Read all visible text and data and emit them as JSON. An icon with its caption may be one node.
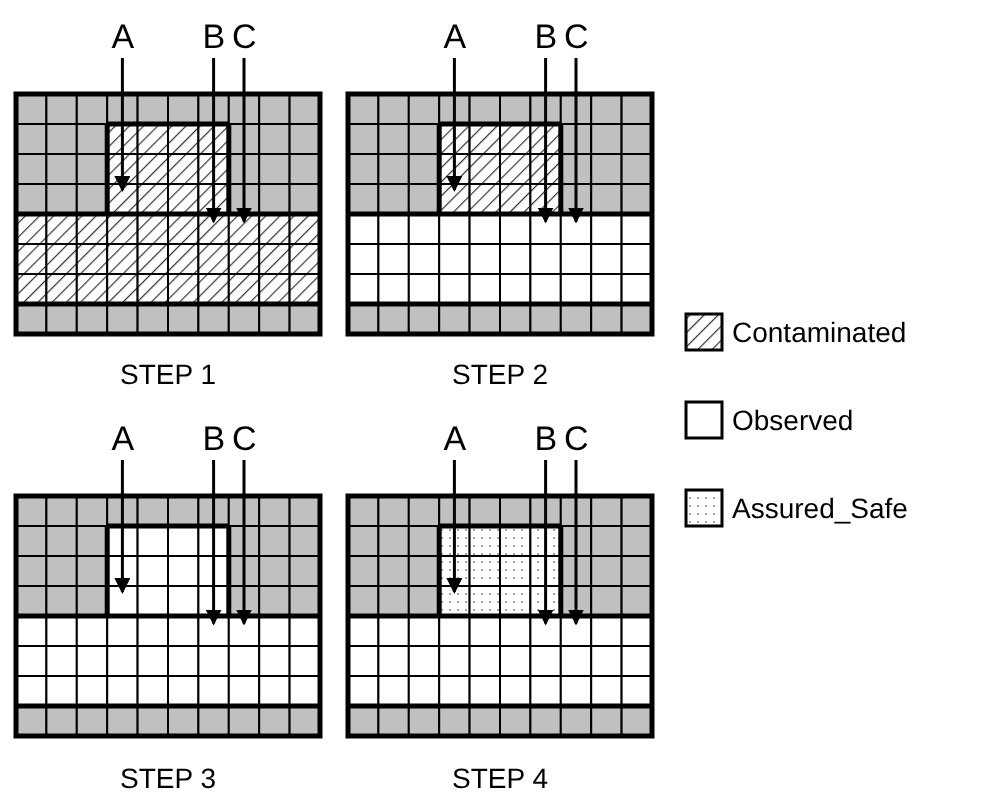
{
  "diagram": {
    "nodes": [
      {
        "text": [
          "A"
        ]
      },
      {
        "text": [
          "B"
        ]
      },
      {
        "text": [
          "C"
        ]
      },
      {
        "text": [
          "A"
        ]
      },
      {
        "text": [
          "B"
        ]
      },
      {
        "text": [
          "C"
        ]
      },
      {
        "text": [
          "A"
        ]
      },
      {
        "text": [
          "B"
        ]
      },
      {
        "text": [
          "C"
        ]
      },
      {
        "text": [
          "A"
        ]
      },
      {
        "text": [
          "B"
        ]
      },
      {
        "text": [
          "C"
        ]
      }
    ],
    "edges": [
      {
        "from": 0,
        "to": null,
        "arrow": "to"
      },
      {
        "from": 1,
        "to": null,
        "arrow": "to"
      },
      {
        "from": 2,
        "to": null,
        "arrow": "to"
      },
      {
        "from": 3,
        "to": null,
        "arrow": "to"
      },
      {
        "from": 4,
        "to": null,
        "arrow": "to"
      },
      {
        "from": 5,
        "to": null,
        "arrow": "to"
      },
      {
        "from": 6,
        "to": null,
        "arrow": "to"
      },
      {
        "from": 7,
        "to": null,
        "arrow": "to"
      },
      {
        "from": 8,
        "to": null,
        "arrow": "to"
      },
      {
        "from": 9,
        "to": null,
        "arrow": "to"
      },
      {
        "from": 10,
        "to": null,
        "arrow": "to"
      },
      {
        "from": 11,
        "to": null,
        "arrow": "to"
      }
    ],
    "labels": [
      "STEP 1",
      "STEP 2",
      "STEP 3",
      "STEP 4"
    ],
    "legend": [
      {
        "text": "Contaminated"
      },
      {
        "text": "Observed"
      },
      {
        "text": "Assured_Safe"
      }
    ]
  }
}
